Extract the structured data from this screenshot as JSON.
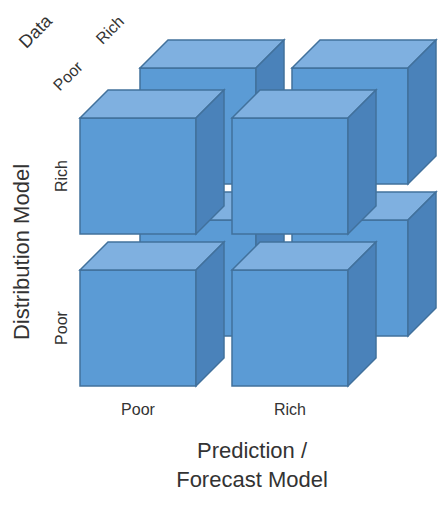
{
  "diagram": {
    "labels": [
      "Data",
      "Rich",
      "Poor",
      "Distribution Model",
      "Rich",
      "Poor",
      "Poor",
      "Rich",
      "Prediction / Forecast Model"
    ]
  }
}
